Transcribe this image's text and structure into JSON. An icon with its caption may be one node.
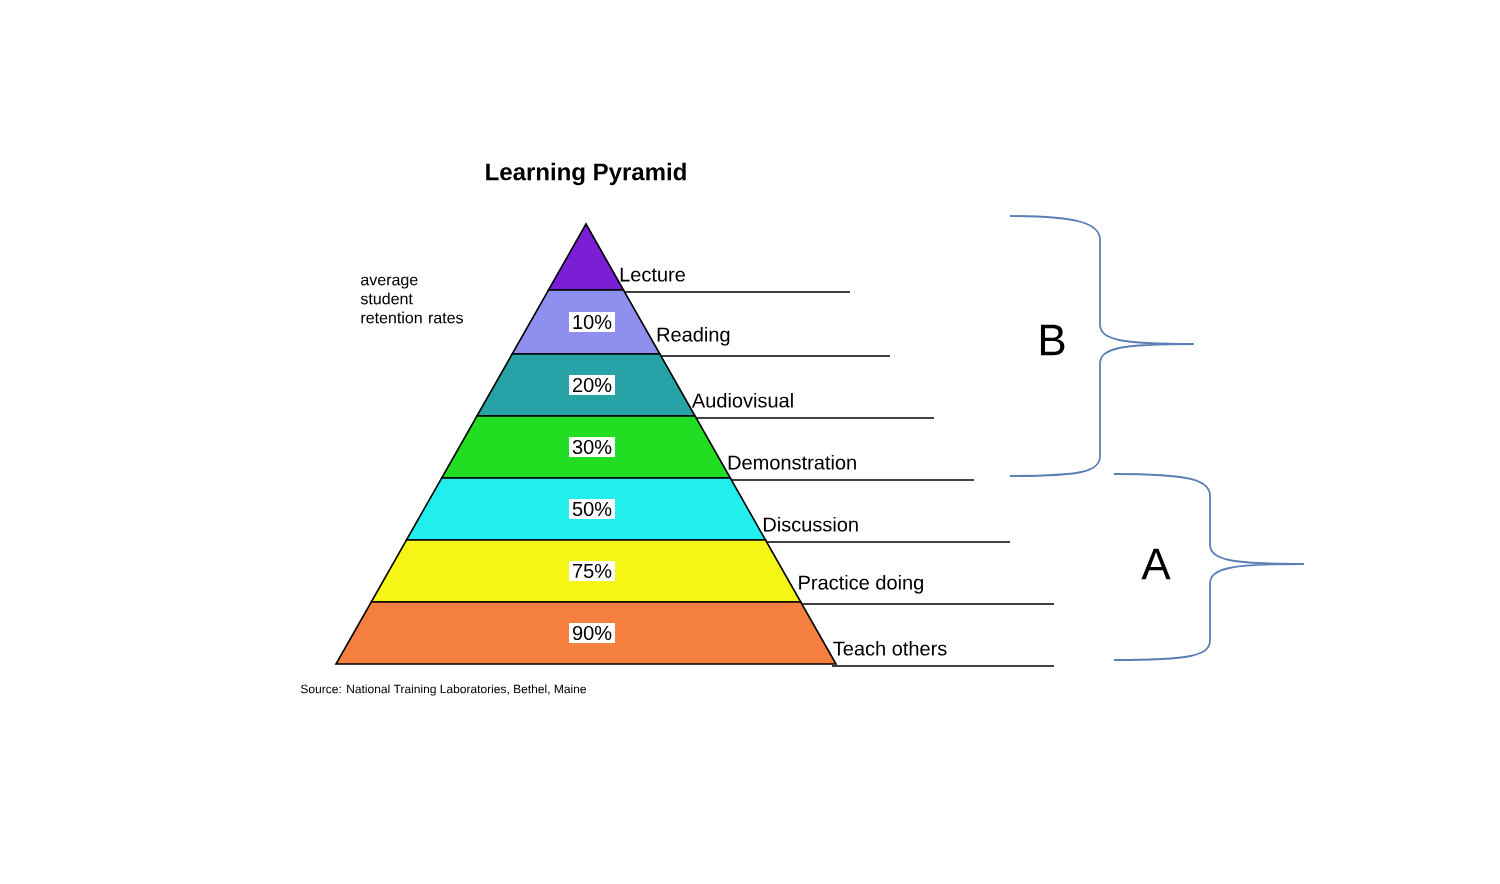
{
  "diagram": {
    "title": "Learning Pyramid",
    "nodes": [
      {
        "text": [],
        "shape": "triangle",
        "beside": [
          "Lecture"
        ]
      },
      {
        "text": [
          "10%"
        ],
        "beside": [
          "Reading"
        ]
      },
      {
        "text": [
          "20%"
        ],
        "beside": [
          "Audiovisual"
        ]
      },
      {
        "text": [
          "30%"
        ],
        "beside": [
          "Demonstration"
        ]
      },
      {
        "text": [
          "50%"
        ],
        "beside": [
          "Discussion"
        ]
      },
      {
        "text": [
          "75%"
        ],
        "beside": [
          "Practice doing"
        ]
      },
      {
        "text": [
          "90%"
        ],
        "beside": [
          "Teach others"
        ]
      }
    ],
    "labels": [
      "average student retention rates",
      "B",
      "A",
      "Source: National Training Laboratories, Bethel, Maine"
    ]
  }
}
